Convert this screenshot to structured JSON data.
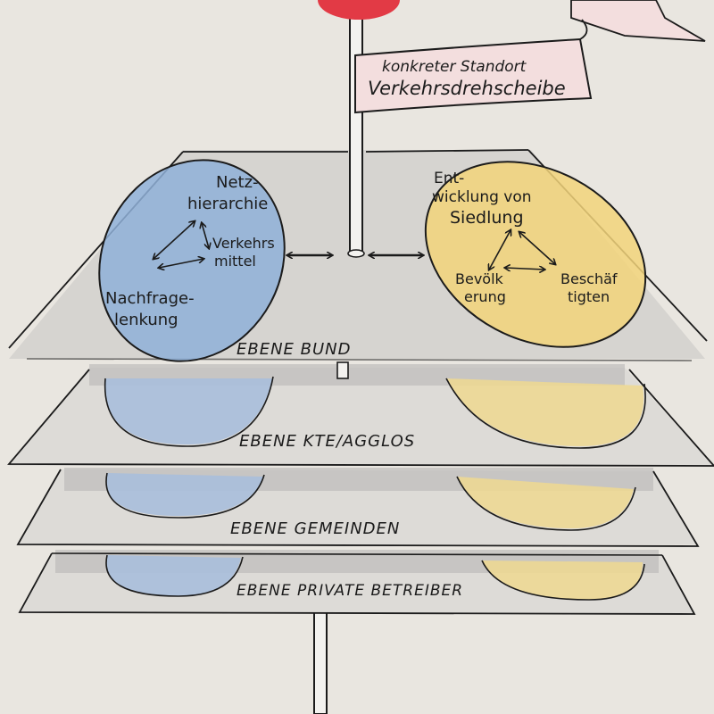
{
  "flag": {
    "line1": "konkreter Standort",
    "line2": "Verkehrsdrehscheibe"
  },
  "blue_topic": {
    "top_line1": "Netz-",
    "top_line2": "hierarchie",
    "right_line1": "Verkehrs",
    "right_line2": "mittel",
    "bottom_line1": "Nachfrage-",
    "bottom_line2": "lenkung"
  },
  "yellow_topic": {
    "top_line1": "Ent-",
    "top_line2": "wicklung von",
    "top_line3": "Siedlung",
    "left_line1": "Bevölk",
    "left_line2": "erung",
    "right_line1": "Beschäf",
    "right_line2": "tigten"
  },
  "levels": [
    "EBENE BUND",
    "EBENE KTE/AGGLOS",
    "EBENE GEMEINDEN",
    "EBENE PRIVATE BETREIBER"
  ],
  "colors": {
    "paper": "#e9e6e0",
    "plane": "#dcdad6",
    "blue": "#8fb0d8",
    "yellow": "#f2d37a",
    "flag": "#f3dede",
    "ball": "#e23a45",
    "ink": "#1b1b1b"
  }
}
